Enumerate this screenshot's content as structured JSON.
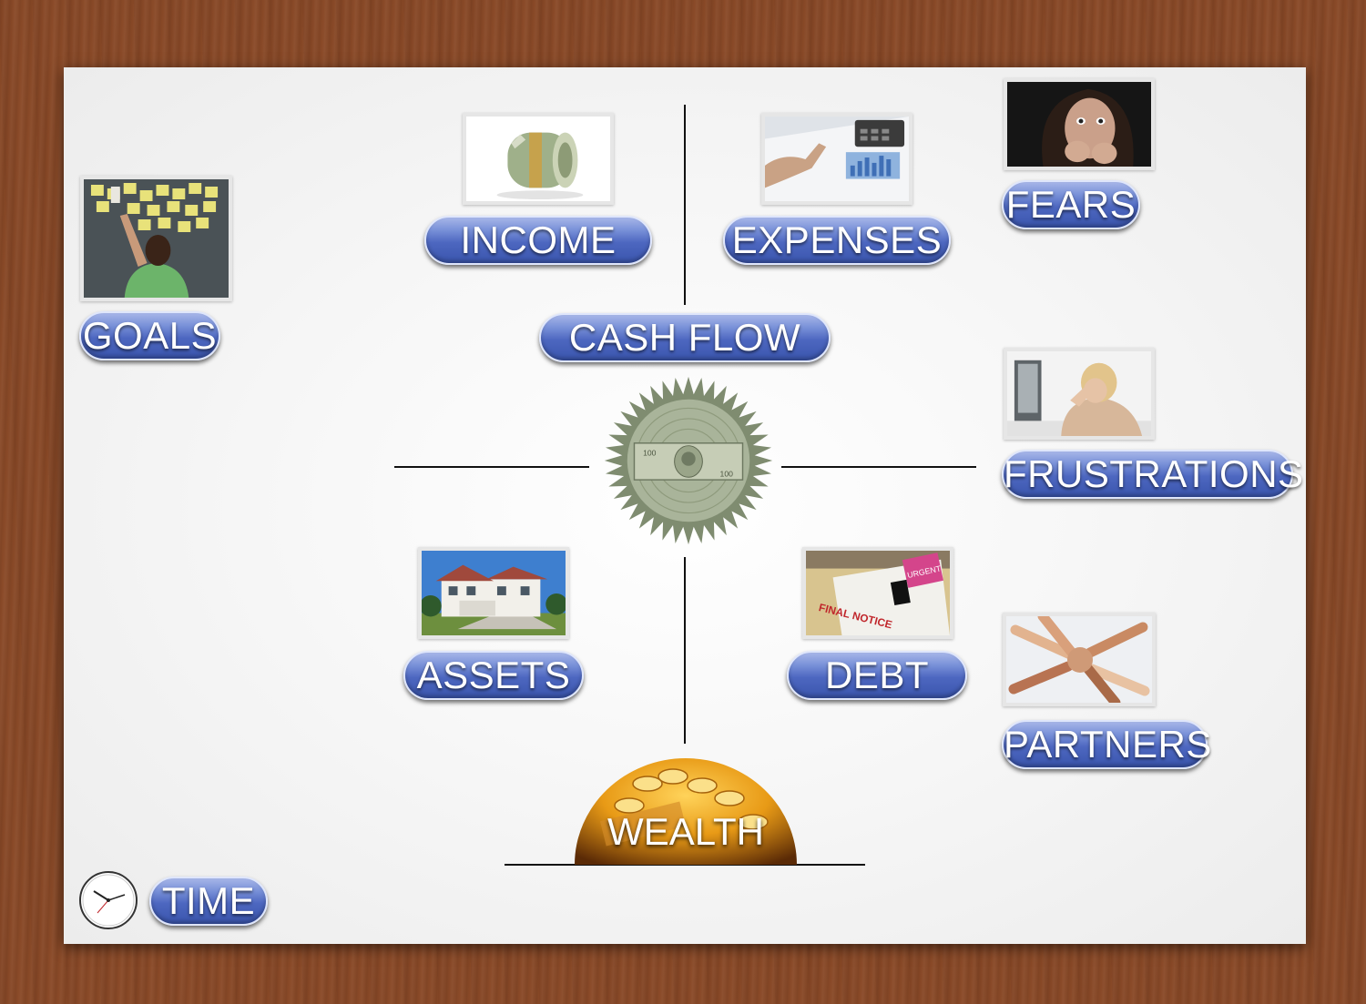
{
  "labels": {
    "goals": "GOALS",
    "income": "INCOME",
    "expenses": "EXPENSES",
    "fears": "FEARS",
    "cash_flow": "CASH FLOW",
    "frustrations": "FRUSTRATIONS",
    "assets": "ASSETS",
    "debt": "DEBT",
    "partners": "PARTNERS",
    "wealth": "WEALTH",
    "time": "TIME"
  },
  "photo_text": {
    "urgent_stamp": "URGENT",
    "final_notice_stamp": "FINAL NOTICE"
  },
  "icons": [
    "sticky-notes-photo",
    "money-roll-photo",
    "calculator-photo",
    "frightened-girl-photo",
    "stressed-woman-photo",
    "house-photo",
    "bills-photo",
    "linked-hands-photo",
    "dollar-seal",
    "gold-coins-dome",
    "clock-icon"
  ],
  "colors": {
    "pill_top": "#a7b6e8",
    "pill_bottom": "#3a55ad",
    "board": "#f7f7f7",
    "wood": "#8a4a28"
  }
}
